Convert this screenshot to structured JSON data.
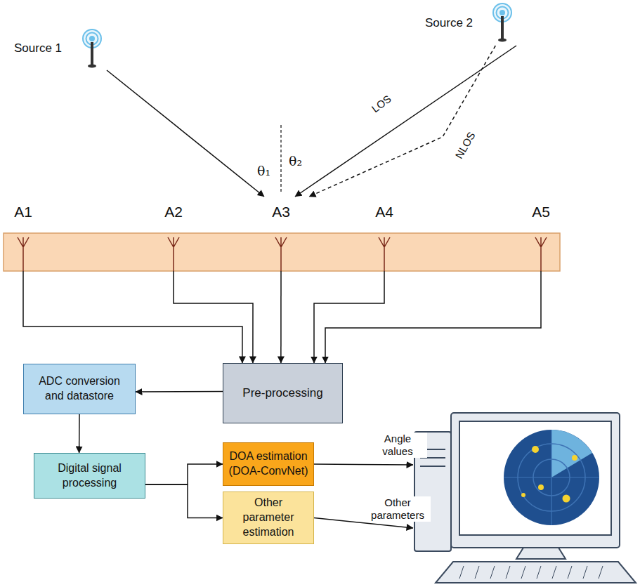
{
  "diagram": {
    "nodes": [
      {
        "text": [
          "Source 1"
        ]
      },
      {
        "text": [
          "Source 2"
        ]
      },
      {
        "text": [
          "A1"
        ]
      },
      {
        "text": [
          "A2"
        ]
      },
      {
        "text": [
          "A3"
        ]
      },
      {
        "text": [
          "A4"
        ]
      },
      {
        "text": [
          "A5"
        ]
      },
      {
        "text": [
          "Pre-processing"
        ]
      },
      {
        "text": [
          "ADC conversion and datastore"
        ]
      },
      {
        "text": [
          "Digital signal processing"
        ]
      },
      {
        "text": [
          "DOA estimation (DOA-ConvNet)"
        ]
      },
      {
        "text": [
          "Other parameter estimation"
        ]
      },
      {
        "text": []
      }
    ],
    "edges": [
      {
        "from": 0,
        "to": 4,
        "arrow": "to"
      },
      {
        "from": 1,
        "to": 4,
        "label": "LOS",
        "arrow": "to"
      },
      {
        "from": 1,
        "to": 4,
        "label": "NLOS",
        "arrow": "to"
      },
      {
        "from": 2,
        "to": 7,
        "arrow": "to"
      },
      {
        "from": 3,
        "to": 7,
        "arrow": "to"
      },
      {
        "from": 4,
        "to": 7,
        "arrow": "to"
      },
      {
        "from": 5,
        "to": 7,
        "arrow": "to"
      },
      {
        "from": 6,
        "to": 7,
        "arrow": "to"
      },
      {
        "from": 7,
        "to": 8,
        "arrow": "to"
      },
      {
        "from": 8,
        "to": 9,
        "arrow": "to"
      },
      {
        "from": 9,
        "to": 10,
        "arrow": "to"
      },
      {
        "from": 9,
        "to": 11,
        "arrow": "to"
      },
      {
        "from": 10,
        "to": 12,
        "label": "Angle values",
        "arrow": "to"
      },
      {
        "from": 11,
        "to": 12,
        "label": "Other parameters",
        "arrow": "to"
      }
    ],
    "labels": [
      "θ₁",
      "θ₂"
    ]
  }
}
